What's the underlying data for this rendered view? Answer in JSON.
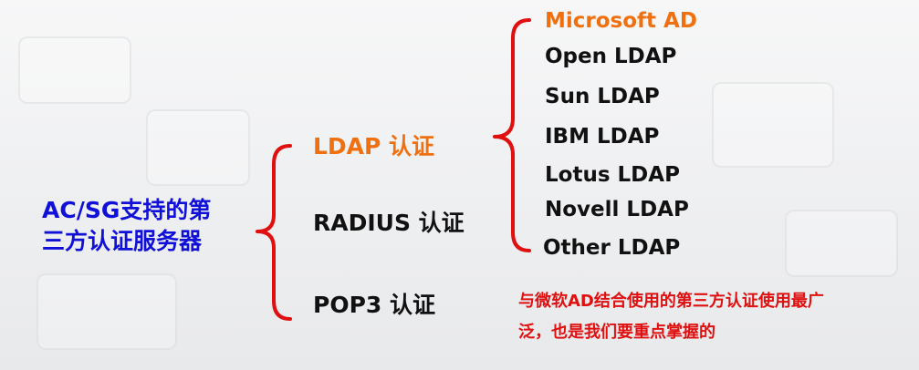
{
  "root_label": [
    "AC/SG支持的第",
    "三方认证服务器"
  ],
  "methods": [
    {
      "label": "LDAP 认证",
      "highlight": true
    },
    {
      "label": "RADIUS 认证",
      "highlight": false
    },
    {
      "label": "POP3 认证",
      "highlight": false
    }
  ],
  "ldap_servers": [
    {
      "label": "Microsoft AD",
      "highlight": true
    },
    {
      "label": "Open LDAP",
      "highlight": false
    },
    {
      "label": "Sun LDAP",
      "highlight": false
    },
    {
      "label": "IBM LDAP",
      "highlight": false
    },
    {
      "label": "Lotus LDAP",
      "highlight": false
    },
    {
      "label": "Novell LDAP",
      "highlight": false
    },
    {
      "label": "Other LDAP",
      "highlight": false
    }
  ],
  "note": [
    "与微软AD结合使用的第三方认证使用最广",
    "泛，也是我们要重点掌握的"
  ],
  "colors": {
    "brace": "#e01010",
    "root_text": "#1010d8",
    "highlight_text": "#f07010",
    "note_text": "#e01010"
  }
}
